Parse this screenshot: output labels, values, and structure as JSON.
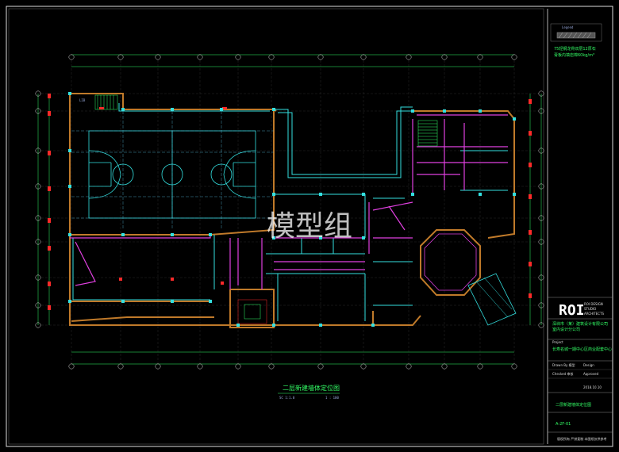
{
  "drawing": {
    "title": "二层新建墙体定位图",
    "scale_left": "SC 1:1.0",
    "scale_right": "1 : 100",
    "watermark": "模型组",
    "room_label": "LIB"
  },
  "legend": {
    "header": "Legend",
    "line1": "75轻钢龙骨双层12厚石",
    "line2": "膏板内填岩棉60kg/m³"
  },
  "title_block": {
    "logo": "ROI",
    "company_lines": [
      "ROI DESIGN",
      "STUDIO",
      "ARCHITECTS"
    ],
    "project_client": "深圳市（某）建筑设计有限公司",
    "project_client2": "室内设计分公司",
    "project_label": "Project",
    "project_name": "长寿名城一期中心区商业配套中心",
    "drawn_by": "Drawn By 模型",
    "design": "Design",
    "checked": "Checked 审核",
    "approved": "Approved",
    "date": "2018.10.10",
    "sheet_title": "二层新建墙体定位图",
    "sheet_no": "A-2F-01",
    "footer": "版权所有 严禁复制 本图纸仅供参考"
  },
  "grid": {
    "top_labels": [
      "①",
      "②",
      "③",
      "④",
      "⑤",
      "⑥",
      "⑦",
      "⑧",
      "⑨",
      "⑩",
      "⑪",
      "⑫"
    ],
    "side_labels": [
      "Ⓐ",
      "Ⓑ",
      "Ⓒ",
      "Ⓓ",
      "Ⓔ",
      "Ⓕ",
      "Ⓖ",
      "Ⓗ",
      "Ⓙ"
    ]
  },
  "colors": {
    "frame": "#dddddd",
    "exterior_wall": "#c07a2a",
    "new_wall": "#e040e0",
    "cyan": "#33e0e0",
    "dimension": "#33ff66",
    "red_marks": "#ff2a2a",
    "grid_line": "#e7e7e7"
  }
}
